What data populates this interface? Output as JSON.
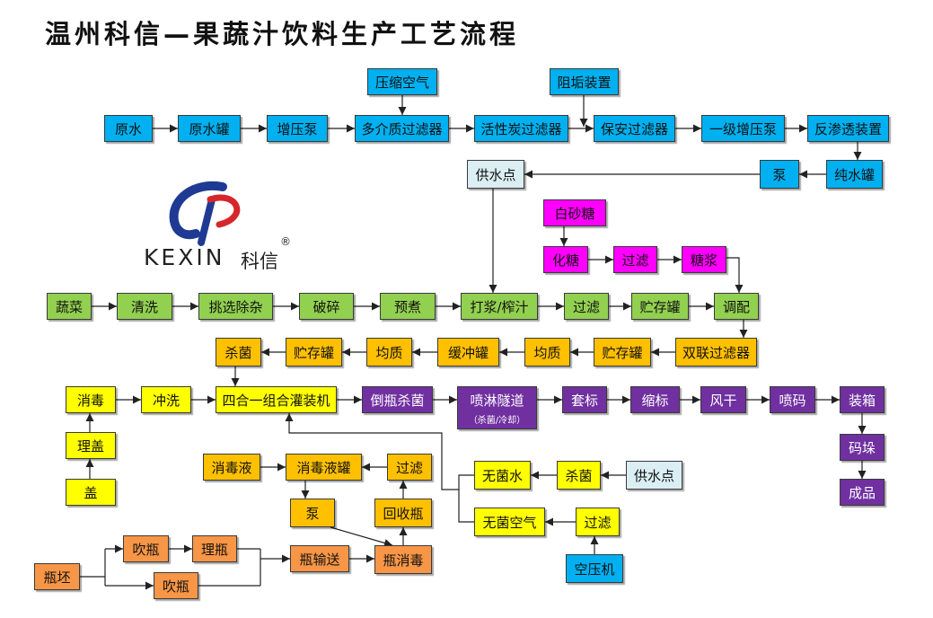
{
  "title": "温州科信—果蔬汁饮料生产工艺流程",
  "logo": {
    "brand_en": "KEXIN",
    "brand_cn": "科信",
    "registered": "®"
  },
  "water_line": {
    "compressed_air": "压缩空气",
    "antiscalant_device": "阻垢装置",
    "raw_water": "原水",
    "raw_water_tank": "原水罐",
    "booster_pump": "增压泵",
    "multi_media_filter": "多介质过滤器",
    "activated_carbon_filter": "活性炭过滤器",
    "security_filter": "保安过滤器",
    "first_stage_booster_pump": "一级增压泵",
    "reverse_osmosis_unit": "反渗透装置",
    "pure_water_tank": "纯水罐",
    "pump": "泵",
    "water_supply_point": "供水点"
  },
  "sugar_line": {
    "white_sugar": "白砂糖",
    "dissolve_sugar": "化糖",
    "filter": "过滤",
    "syrup": "糖浆"
  },
  "juice_line": {
    "vegetables": "蔬菜",
    "wash": "清洗",
    "sort_remove_impurities": "挑选除杂",
    "crush": "破碎",
    "pre_cook": "预煮",
    "pulp_press": "打浆/榨汁",
    "filter": "过滤",
    "storage_tank": "贮存罐",
    "blend": "调配"
  },
  "treatment_line": {
    "duplex_filter": "双联过滤器",
    "storage_tank_1": "贮存罐",
    "homogenize_1": "均质",
    "buffer_tank": "缓冲罐",
    "homogenize_2": "均质",
    "storage_tank_2": "贮存罐",
    "sterilize": "杀菌"
  },
  "filling_line": {
    "filler": "四合一组合灌装机",
    "invert_sterilize": "倒瓶杀菌",
    "spray_tunnel": "喷淋隧道",
    "spray_tunnel_note": "（杀菌/冷却）",
    "sleeve_label": "套标",
    "shrink_label": "缩标",
    "air_dry": "风干",
    "inkjet_code": "喷码",
    "packing": "装箱",
    "palletize": "码垛",
    "finished_product": "成品"
  },
  "cap_line": {
    "cap": "盖",
    "cap_sorting": "理盖",
    "disinfect": "消毒",
    "rinse": "冲洗"
  },
  "disinfectant_line": {
    "disinfectant": "消毒液",
    "disinfectant_tank": "消毒液罐",
    "filter": "过滤",
    "pump": "泵",
    "recycled_bottles": "回收瓶"
  },
  "bottle_line": {
    "preform": "瓶坯",
    "blow_bottle_1": "吹瓶",
    "bottle_sorting": "理瓶",
    "blow_bottle_2": "吹瓶",
    "bottle_conveying": "瓶输送",
    "bottle_disinfection": "瓶消毒"
  },
  "sterile_supply": {
    "water_supply_point": "供水点",
    "sterilize": "杀菌",
    "sterile_water": "无菌水",
    "air_compressor": "空压机",
    "filter": "过滤",
    "sterile_air": "无菌空气"
  },
  "colors": {
    "blue": "#00B0F0",
    "light_blue": "#DAEEF3",
    "magenta": "#FF00FF",
    "green": "#92D050",
    "orange": "#FFC000",
    "yellow": "#FFFF00",
    "purple": "#7030A0",
    "salmon": "#F79646"
  }
}
